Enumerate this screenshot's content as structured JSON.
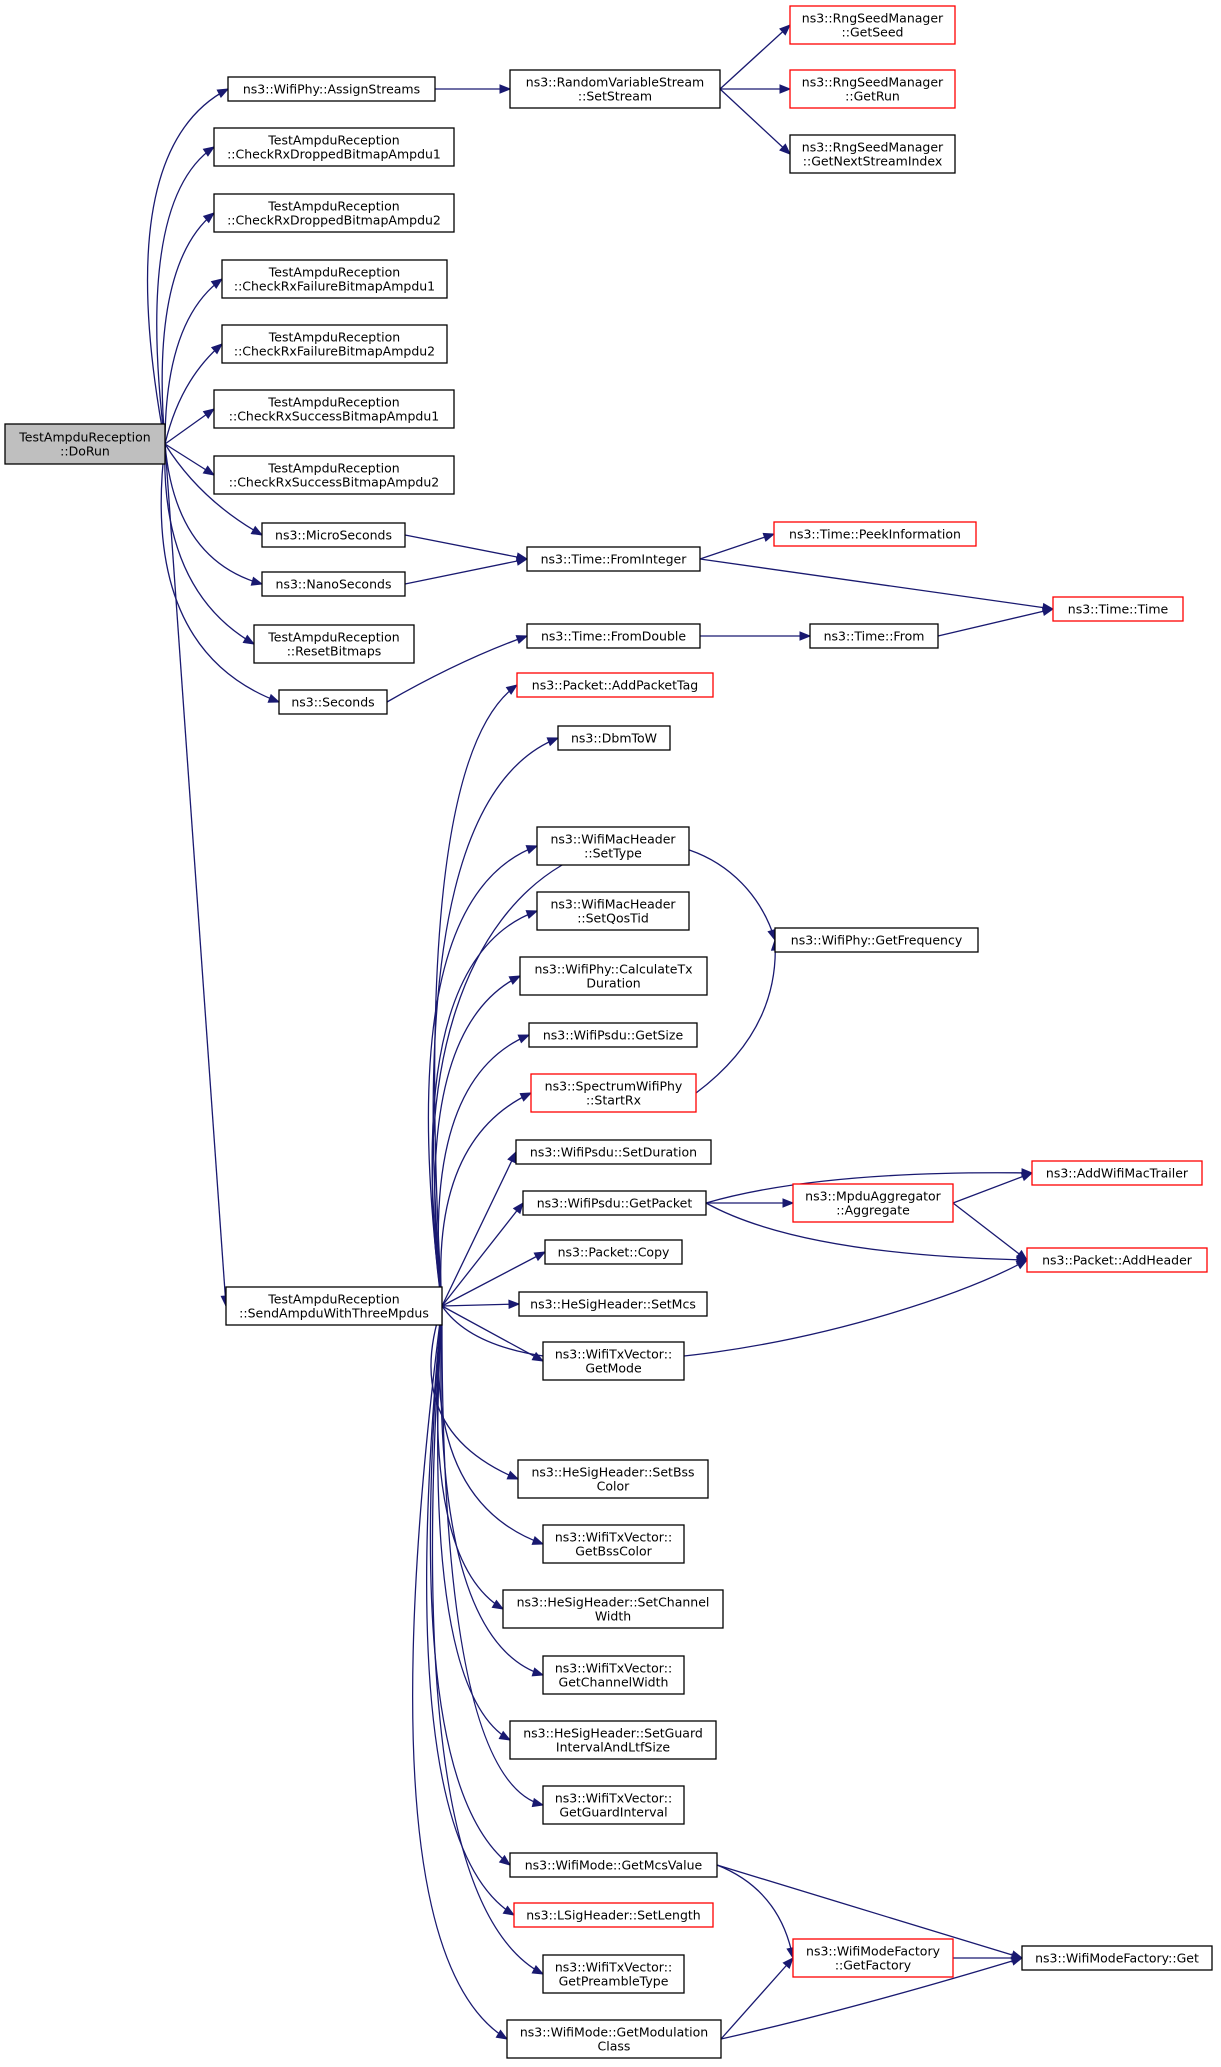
{
  "diagram": {
    "type": "call-graph",
    "root": "TestAmpduReception::DoRun",
    "edge_color": "#191970",
    "colors": {
      "root_fill": "#bfbfbf",
      "node_fill": "#ffffff",
      "node_border": "#000000",
      "truncated_border": "#ff0000"
    },
    "nodes": [
      {
        "id": "dorun",
        "lines": [
          "TestAmpduReception",
          "::DoRun"
        ],
        "style": "root"
      },
      {
        "id": "assignstreams",
        "lines": [
          "ns3::WifiPhy::AssignStreams"
        ],
        "style": "normal"
      },
      {
        "id": "setstream",
        "lines": [
          "ns3::RandomVariableStream",
          "::SetStream"
        ],
        "style": "normal"
      },
      {
        "id": "getseed",
        "lines": [
          "ns3::RngSeedManager",
          "::GetSeed"
        ],
        "style": "truncated"
      },
      {
        "id": "getrun",
        "lines": [
          "ns3::RngSeedManager",
          "::GetRun"
        ],
        "style": "truncated"
      },
      {
        "id": "getnextstream",
        "lines": [
          "ns3::RngSeedManager",
          "::GetNextStreamIndex"
        ],
        "style": "normal"
      },
      {
        "id": "droppedbitmap1",
        "lines": [
          "TestAmpduReception",
          "::CheckRxDroppedBitmapAmpdu1"
        ],
        "style": "normal"
      },
      {
        "id": "droppedbitmap2",
        "lines": [
          "TestAmpduReception",
          "::CheckRxDroppedBitmapAmpdu2"
        ],
        "style": "normal"
      },
      {
        "id": "failurebitmap1",
        "lines": [
          "TestAmpduReception",
          "::CheckRxFailureBitmapAmpdu1"
        ],
        "style": "normal"
      },
      {
        "id": "failurebitmap2",
        "lines": [
          "TestAmpduReception",
          "::CheckRxFailureBitmapAmpdu2"
        ],
        "style": "normal"
      },
      {
        "id": "successbitmap1",
        "lines": [
          "TestAmpduReception",
          "::CheckRxSuccessBitmapAmpdu1"
        ],
        "style": "normal"
      },
      {
        "id": "successbitmap2",
        "lines": [
          "TestAmpduReception",
          "::CheckRxSuccessBitmapAmpdu2"
        ],
        "style": "normal"
      },
      {
        "id": "microseconds",
        "lines": [
          "ns3::MicroSeconds"
        ],
        "style": "normal"
      },
      {
        "id": "fromint",
        "lines": [
          "ns3::Time::FromInteger"
        ],
        "style": "normal"
      },
      {
        "id": "peekinfo",
        "lines": [
          "ns3::Time::PeekInformation"
        ],
        "style": "truncated"
      },
      {
        "id": "nanoseconds",
        "lines": [
          "ns3::NanoSeconds"
        ],
        "style": "normal"
      },
      {
        "id": "timetime",
        "lines": [
          "ns3::Time::Time"
        ],
        "style": "truncated"
      },
      {
        "id": "resetbitmaps",
        "lines": [
          "TestAmpduReception",
          "::ResetBitmaps"
        ],
        "style": "normal"
      },
      {
        "id": "fromdouble",
        "lines": [
          "ns3::Time::FromDouble"
        ],
        "style": "normal"
      },
      {
        "id": "timefrom",
        "lines": [
          "ns3::Time::From"
        ],
        "style": "normal"
      },
      {
        "id": "seconds",
        "lines": [
          "ns3::Seconds"
        ],
        "style": "normal"
      },
      {
        "id": "addpackettag",
        "lines": [
          "ns3::Packet::AddPacketTag"
        ],
        "style": "truncated"
      },
      {
        "id": "dbmtow",
        "lines": [
          "ns3::DbmToW"
        ],
        "style": "normal"
      },
      {
        "id": "settype",
        "lines": [
          "ns3::WifiMacHeader",
          "::SetType"
        ],
        "style": "normal"
      },
      {
        "id": "setqostid",
        "lines": [
          "ns3::WifiMacHeader",
          "::SetQosTid"
        ],
        "style": "normal"
      },
      {
        "id": "getfrequency",
        "lines": [
          "ns3::WifiPhy::GetFrequency"
        ],
        "style": "normal"
      },
      {
        "id": "calctxduration",
        "lines": [
          "ns3::WifiPhy::CalculateTx",
          "Duration"
        ],
        "style": "normal"
      },
      {
        "id": "psdugetsize",
        "lines": [
          "ns3::WifiPsdu::GetSize"
        ],
        "style": "normal"
      },
      {
        "id": "startrx",
        "lines": [
          "ns3::SpectrumWifiPhy",
          "::StartRx"
        ],
        "style": "truncated"
      },
      {
        "id": "setduration",
        "lines": [
          "ns3::WifiPsdu::SetDuration"
        ],
        "style": "normal"
      },
      {
        "id": "getpacket",
        "lines": [
          "ns3::WifiPsdu::GetPacket"
        ],
        "style": "normal"
      },
      {
        "id": "aggregate",
        "lines": [
          "ns3::MpduAggregator",
          "::Aggregate"
        ],
        "style": "truncated"
      },
      {
        "id": "addwifimactrailer",
        "lines": [
          "ns3::AddWifiMacTrailer"
        ],
        "style": "truncated"
      },
      {
        "id": "addheader",
        "lines": [
          "ns3::Packet::AddHeader"
        ],
        "style": "truncated"
      },
      {
        "id": "packetcopy",
        "lines": [
          "ns3::Packet::Copy"
        ],
        "style": "normal"
      },
      {
        "id": "sendampdu",
        "lines": [
          "TestAmpduReception",
          "::SendAmpduWithThreeMpdus"
        ],
        "style": "normal"
      },
      {
        "id": "setmcs",
        "lines": [
          "ns3::HeSigHeader::SetMcs"
        ],
        "style": "normal"
      },
      {
        "id": "getmode",
        "lines": [
          "ns3::WifiTxVector::",
          "GetMode"
        ],
        "style": "normal"
      },
      {
        "id": "setbsscolor",
        "lines": [
          "ns3::HeSigHeader::SetBss",
          "Color"
        ],
        "style": "normal"
      },
      {
        "id": "getbsscolor",
        "lines": [
          "ns3::WifiTxVector::",
          "GetBssColor"
        ],
        "style": "normal"
      },
      {
        "id": "setchannelwidth",
        "lines": [
          "ns3::HeSigHeader::SetChannel",
          "Width"
        ],
        "style": "normal"
      },
      {
        "id": "getchannelwidth",
        "lines": [
          "ns3::WifiTxVector::",
          "GetChannelWidth"
        ],
        "style": "normal"
      },
      {
        "id": "setguard",
        "lines": [
          "ns3::HeSigHeader::SetGuard",
          "IntervalAndLtfSize"
        ],
        "style": "normal"
      },
      {
        "id": "getguard",
        "lines": [
          "ns3::WifiTxVector::",
          "GetGuardInterval"
        ],
        "style": "normal"
      },
      {
        "id": "getmcsvalue",
        "lines": [
          "ns3::WifiMode::GetMcsValue"
        ],
        "style": "normal"
      },
      {
        "id": "setlength",
        "lines": [
          "ns3::LSigHeader::SetLength"
        ],
        "style": "truncated"
      },
      {
        "id": "getfactory",
        "lines": [
          "ns3::WifiModeFactory",
          "::GetFactory"
        ],
        "style": "truncated"
      },
      {
        "id": "factoryget",
        "lines": [
          "ns3::WifiModeFactory::Get"
        ],
        "style": "normal"
      },
      {
        "id": "getpreamble",
        "lines": [
          "ns3::WifiTxVector::",
          "GetPreambleType"
        ],
        "style": "normal"
      },
      {
        "id": "getmodclass",
        "lines": [
          "ns3::WifiMode::GetModulation",
          "Class"
        ],
        "style": "normal"
      }
    ],
    "edges": [
      [
        "dorun",
        "assignstreams"
      ],
      [
        "assignstreams",
        "setstream"
      ],
      [
        "setstream",
        "getseed"
      ],
      [
        "setstream",
        "getrun"
      ],
      [
        "setstream",
        "getnextstream"
      ],
      [
        "dorun",
        "droppedbitmap1"
      ],
      [
        "dorun",
        "droppedbitmap2"
      ],
      [
        "dorun",
        "failurebitmap1"
      ],
      [
        "dorun",
        "failurebitmap2"
      ],
      [
        "dorun",
        "successbitmap1"
      ],
      [
        "dorun",
        "successbitmap2"
      ],
      [
        "dorun",
        "microseconds"
      ],
      [
        "dorun",
        "nanoseconds"
      ],
      [
        "dorun",
        "resetbitmaps"
      ],
      [
        "dorun",
        "seconds"
      ],
      [
        "dorun",
        "sendampdu"
      ],
      [
        "microseconds",
        "fromint"
      ],
      [
        "nanoseconds",
        "fromint"
      ],
      [
        "fromint",
        "peekinfo"
      ],
      [
        "fromint",
        "timetime"
      ],
      [
        "seconds",
        "fromdouble"
      ],
      [
        "fromdouble",
        "timefrom"
      ],
      [
        "timefrom",
        "timetime"
      ],
      [
        "sendampdu",
        "addpackettag"
      ],
      [
        "sendampdu",
        "dbmtow"
      ],
      [
        "sendampdu",
        "getfrequency"
      ],
      [
        "sendampdu",
        "settype"
      ],
      [
        "sendampdu",
        "setqostid"
      ],
      [
        "sendampdu",
        "calctxduration"
      ],
      [
        "sendampdu",
        "psdugetsize"
      ],
      [
        "sendampdu",
        "startrx"
      ],
      [
        "startrx",
        "getfrequency"
      ],
      [
        "sendampdu",
        "setduration"
      ],
      [
        "sendampdu",
        "getpacket"
      ],
      [
        "getpacket",
        "addwifimactrailer"
      ],
      [
        "getpacket",
        "aggregate"
      ],
      [
        "getpacket",
        "addheader"
      ],
      [
        "aggregate",
        "addwifimactrailer"
      ],
      [
        "aggregate",
        "addheader"
      ],
      [
        "sendampdu",
        "packetcopy"
      ],
      [
        "sendampdu",
        "setmcs"
      ],
      [
        "sendampdu",
        "getmode"
      ],
      [
        "sendampdu",
        "addheader"
      ],
      [
        "sendampdu",
        "setbsscolor"
      ],
      [
        "sendampdu",
        "getbsscolor"
      ],
      [
        "sendampdu",
        "setchannelwidth"
      ],
      [
        "sendampdu",
        "getchannelwidth"
      ],
      [
        "sendampdu",
        "setguard"
      ],
      [
        "sendampdu",
        "getguard"
      ],
      [
        "sendampdu",
        "getmcsvalue"
      ],
      [
        "sendampdu",
        "setlength"
      ],
      [
        "sendampdu",
        "getpreamble"
      ],
      [
        "sendampdu",
        "getmodclass"
      ],
      [
        "getmcsvalue",
        "getfactory"
      ],
      [
        "getmcsvalue",
        "factoryget"
      ],
      [
        "getfactory",
        "factoryget"
      ],
      [
        "getmodclass",
        "getfactory"
      ],
      [
        "getmodclass",
        "factoryget"
      ]
    ]
  }
}
